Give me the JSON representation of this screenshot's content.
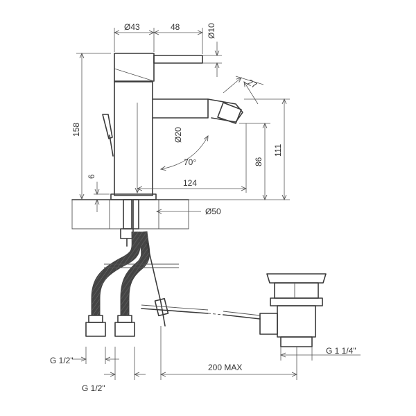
{
  "dimensions": {
    "d_body": "Ø43",
    "lever_len": "48",
    "d_lever": "Ø10",
    "spout_tip": "27",
    "height_total": "158",
    "d_spout": "Ø20",
    "angle": "70°",
    "height_spout": "86",
    "height_top": "111",
    "base_gap": "6",
    "reach": "124",
    "d_hole": "Ø50",
    "hose_thread_a": "G 1/2\"",
    "hose_thread_b": "G 1/2\"",
    "rod_reach": "200 MAX",
    "waste_thread": "G 1 1/4\""
  }
}
